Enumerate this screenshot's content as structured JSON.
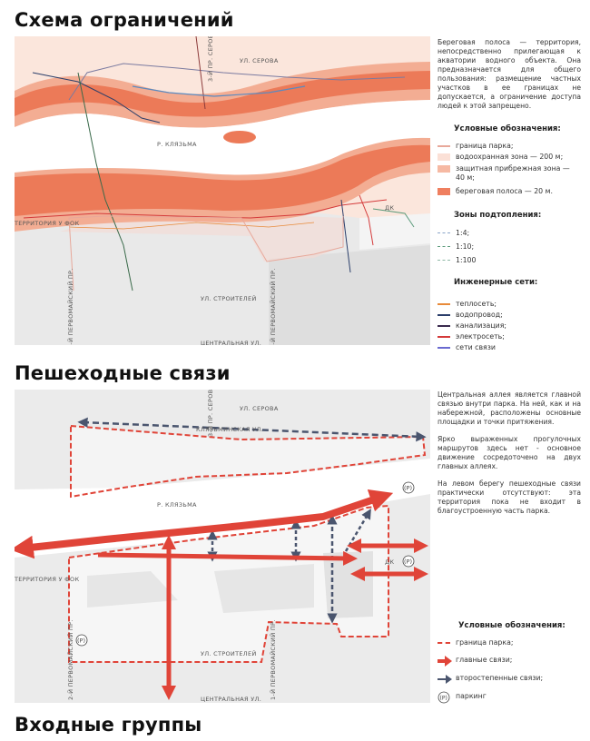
{
  "sections": {
    "restrictions_title": "Схема ограничений",
    "pedestrian_title": "Пешеходные связи",
    "entrance_title": "Входные группы"
  },
  "map_labels": {
    "street_serova": "УЛ. СЕРОВА",
    "street_3rd_lane": "3-Й ПР. СЕРОВА",
    "river": "Р. КЛЯЗЬМА",
    "fok_territory": "ТЕРРИТОРИЯ У ФОК",
    "dk": "ДК",
    "street_builders": "УЛ. СТРОИТЕЛЕЙ",
    "street_central": "ЦЕНТРАЛЬНАЯ УЛ.",
    "street_2nd_pervomay": "2-Й ПЕРВОМАЙСКИЙ ПР.",
    "street_1st_pervomay": "1-Й ПЕРВОМАЙСКИЙ ПР.",
    "street_klyazminskaya": "КЛЯЗЬМИНСКАЯ УЛ.",
    "parking_symbol": "(P)"
  },
  "restrictions_text": "Береговая полоса — территория, непосредственно прилегающая к акватории водного объекта. Она предназначается для общего пользования: размещение частных участков в ее границах не допускается, а ограничение доступа людей к этой запрещено.",
  "restrictions_legend": {
    "title": "Условные обозначения:",
    "items": [
      {
        "label": "граница парка;",
        "color": "#e8a89a"
      },
      {
        "label": "водоохранная зона — 200 м;",
        "color": "#fbe0d6"
      },
      {
        "label": "защитная прибрежная зона — 40 м;",
        "color": "#f6b9a3"
      },
      {
        "label": "береговая полоса — 20 м.",
        "color": "#ef7f5f"
      }
    ]
  },
  "flood_legend": {
    "title": "Зоны подтопления:",
    "items": [
      {
        "label": "1:4;",
        "color": "#8aa4c8"
      },
      {
        "label": "1:10;",
        "color": "#5a9a7a"
      },
      {
        "label": "1:100",
        "color": "#8fb8a6"
      }
    ]
  },
  "utilities_legend": {
    "title": "Инженерные сети:",
    "items": [
      {
        "label": "теплосеть;",
        "color": "#e88a3a"
      },
      {
        "label": "водопровод;",
        "color": "#2a3e6a"
      },
      {
        "label": "канализация;",
        "color": "#3a2a4e"
      },
      {
        "label": "электросеть;",
        "color": "#d43a3a"
      },
      {
        "label": "сети связи",
        "color": "#6a6ad0"
      }
    ]
  },
  "pedestrian_text": {
    "p1": "Центральная аллея является главной связью внутри парка. На ней, как и на набережной, расположены основные площадки и точки притяжения.",
    "p2": "Ярко выраженных прогулочных маршрутов здесь нет - основное движение сосредоточено на двух главных аллеях.",
    "p3": "На левом берегу пешеходные связи практически отсутствуют: эта территория пока не входит в благоустроенную часть парка."
  },
  "pedestrian_legend": {
    "title": "Условные обозначения:",
    "items": [
      {
        "label": "граница парка;",
        "icon": "dashed-line-icon"
      },
      {
        "label": "главные связи;",
        "icon": "red-arrow-icon"
      },
      {
        "label": "второстепенные связи;",
        "icon": "dark-arrow-icon"
      },
      {
        "label": "паркинг",
        "icon": "parking-icon"
      }
    ]
  },
  "colors": {
    "red": "#e04438",
    "dark_arrow": "#4a556e",
    "coral": "#ef7f5f"
  }
}
